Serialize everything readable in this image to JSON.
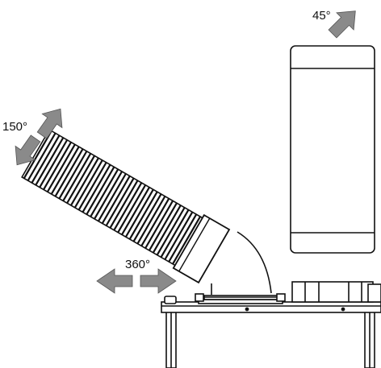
{
  "labels": {
    "tilt_angle": "150°",
    "rotation_angle": "360°",
    "top_angle": "45°"
  },
  "colors": {
    "arrow_fill": "#8a8a8a",
    "line": "#111111",
    "background": "#ffffff"
  },
  "icons": {
    "tilt": "double-arrow-icon",
    "rotation": "double-arrow-icon",
    "top": "arrow-up-right-icon"
  }
}
